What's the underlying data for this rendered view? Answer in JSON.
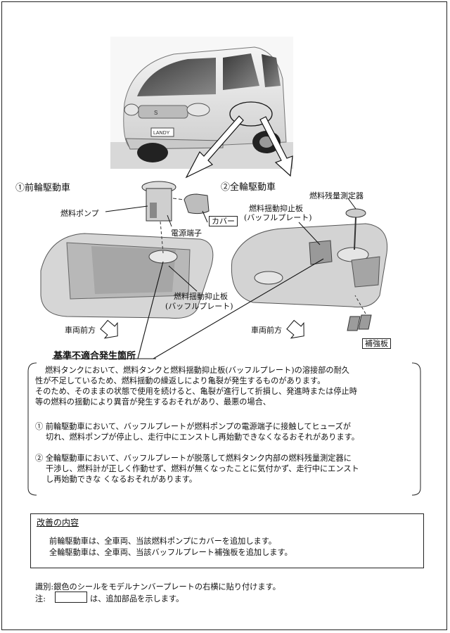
{
  "labels": {
    "front_wheel": "①前輪駆動車",
    "all_wheel": "②全輪駆動車",
    "fuel_pump": "燃料ポンプ",
    "power_terminal": "電源端子",
    "cover": "カバー",
    "baffle_top_1": "燃料揺動抑止板",
    "baffle_top_2": "(バッフルプレート)",
    "baffle_bottom_1": "燃料揺動抑止板",
    "baffle_bottom_2": "(バッフルプレート)",
    "fuel_gauge": "燃料残量測定器",
    "vehicle_front_left": "車両前方",
    "vehicle_front_right": "車両前方",
    "reinforcement": "補強板",
    "car_badge": "LANDY"
  },
  "defect": {
    "title": "基準不適合発生箇所",
    "intro": [
      "燃料タンクにおいて、燃料タンクと燃料揺動抑止板(バッフルプレート)の溶接部の耐久",
      "性が不足しているため、燃料揺動の繰返しにより亀裂が発生するものがあります。",
      "そのため、そのままの状態で使用を続けると、亀裂が進行して折損し、発進時または停止時",
      "等の燃料の揺動により異音が発生するおそれがあり、最悪の場合、"
    ],
    "item1": [
      "① 前輪駆動車において、バッフルプレートが燃料ポンプの電源端子に接触してヒューズが",
      "切れ、燃料ポンプが停止し、走行中にエンストし再始動できなくなるおそれがあります。"
    ],
    "item2": [
      "② 全輪駆動車において、バッフルプレートが脱落して燃料タンク内部の燃料残量測定器に",
      "干渉し、燃料計が正しく作動せず、燃料が無くなったことに気付かず、走行中にエンスト",
      "し再始動できな くなるおそれがあります。"
    ]
  },
  "improvement": {
    "title": "改善の内容",
    "line1": "前輪駆動車は、全車両、当該燃料ポンプにカバーを追加します。",
    "line2": "全輪駆動車は、全車両、当該バッフルプレート補強板を追加します。"
  },
  "notes": {
    "id_line": "識別:銀色のシールをモデルナンバープレートの右横に貼り付けます。",
    "note_prefix": "注:",
    "note_suffix": "は、追加部品を示します。"
  }
}
